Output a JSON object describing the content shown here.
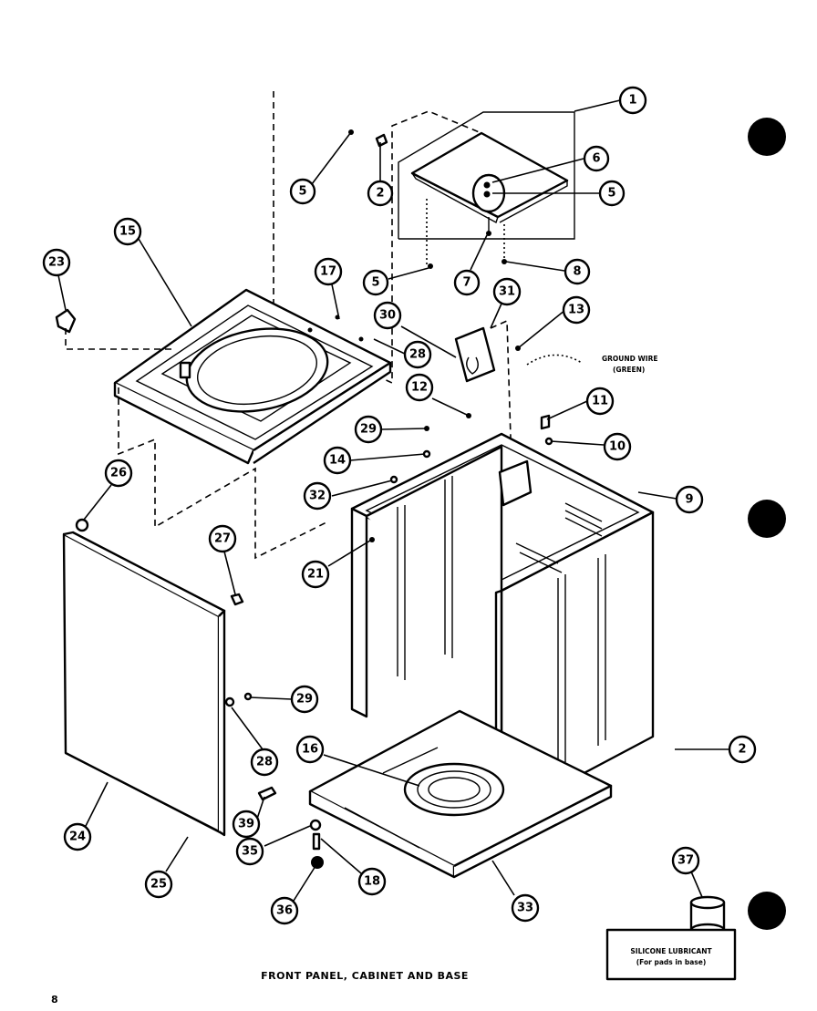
{
  "title": "FRONT PANEL, CABINET AND BASE",
  "page_number": "8",
  "ground_wire_label": [
    "GROUND WIRE",
    "(GREEN)"
  ],
  "lubricant_label": [
    "SILICONE LUBRICANT",
    "(For pads in base)"
  ],
  "callouts": [
    {
      "id": "c1",
      "label": "1"
    },
    {
      "id": "c5a",
      "label": "5"
    },
    {
      "id": "c6a",
      "label": "6"
    },
    {
      "id": "c5b",
      "label": "5"
    },
    {
      "id": "c2a",
      "label": "2"
    },
    {
      "id": "c5c",
      "label": "5"
    },
    {
      "id": "c7",
      "label": "7"
    },
    {
      "id": "c8",
      "label": "8"
    },
    {
      "id": "c15",
      "label": "15"
    },
    {
      "id": "c23",
      "label": "23"
    },
    {
      "id": "c17",
      "label": "17"
    },
    {
      "id": "c31",
      "label": "31"
    },
    {
      "id": "c30",
      "label": "30"
    },
    {
      "id": "c28a",
      "label": "28"
    },
    {
      "id": "c13",
      "label": "13"
    },
    {
      "id": "c12",
      "label": "12"
    },
    {
      "id": "c11",
      "label": "11"
    },
    {
      "id": "c29a",
      "label": "29"
    },
    {
      "id": "c10",
      "label": "10"
    },
    {
      "id": "c14",
      "label": "14"
    },
    {
      "id": "c26",
      "label": "26"
    },
    {
      "id": "c32",
      "label": "32"
    },
    {
      "id": "c9",
      "label": "9"
    },
    {
      "id": "c27",
      "label": "27"
    },
    {
      "id": "c21",
      "label": "21"
    },
    {
      "id": "c29b",
      "label": "29"
    },
    {
      "id": "c28b",
      "label": "28"
    },
    {
      "id": "c16",
      "label": "16"
    },
    {
      "id": "c2b",
      "label": "2"
    },
    {
      "id": "c24",
      "label": "24"
    },
    {
      "id": "c39",
      "label": "39"
    },
    {
      "id": "c35",
      "label": "35"
    },
    {
      "id": "c25",
      "label": "25"
    },
    {
      "id": "c18",
      "label": "18"
    },
    {
      "id": "c33",
      "label": "33"
    },
    {
      "id": "c36",
      "label": "36"
    },
    {
      "id": "c37",
      "label": "37"
    }
  ]
}
